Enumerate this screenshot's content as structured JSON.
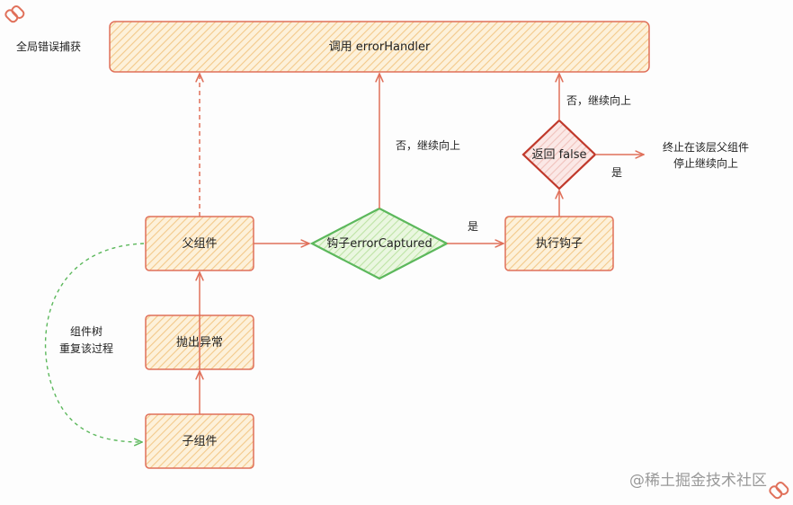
{
  "global_label": "全局错误捕获",
  "nodes": {
    "error_handler": "调用 errorHandler",
    "parent": "父组件",
    "throw": "抛出异常",
    "child": "子组件",
    "hook_diamond": "钩子errorCaptured",
    "exec_hook": "执行钩子",
    "return_false": "返回 false"
  },
  "edge_labels": {
    "no_continue_1": "否，继续向上",
    "no_continue_2": "否，继续向上",
    "yes_1": "是",
    "yes_2": "是",
    "stop_line1": "终止在该层父组件",
    "stop_line2": "停止继续向上",
    "repeat_line1": "组件树",
    "repeat_line2": "重复该过程"
  },
  "watermark": "@稀土掘金技术社区",
  "colors": {
    "box_fill": "#fbe2b4",
    "box_stroke": "#e0705a",
    "arrow": "#e0705a",
    "diamond_fill": "#d6efc4",
    "diamond_stroke": "#5cb85c",
    "red_diamond_stroke": "#c0392b",
    "dashed_green": "#5cb85c"
  }
}
